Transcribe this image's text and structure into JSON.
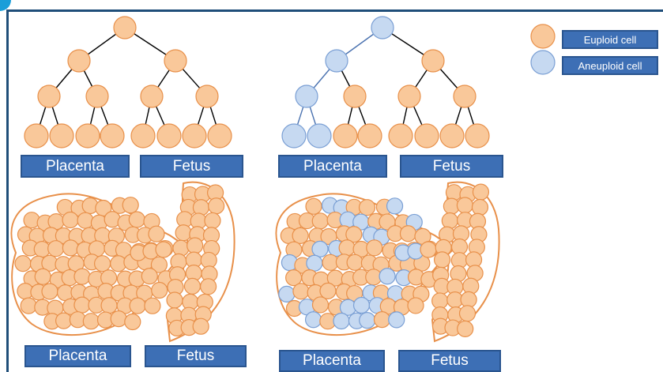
{
  "colors": {
    "euploid_fill": "#f9c89a",
    "euploid_stroke": "#e8904a",
    "aneuploid_fill": "#c6d9f1",
    "aneuploid_stroke": "#7a9fd4",
    "label_bg": "#3d6fb5",
    "line_black": "#000000",
    "line_blue": "#4a72b0",
    "outline_orange": "#e8904a",
    "frame": "#1f4e79",
    "corner_accent": "#1a9ed9"
  },
  "legend": {
    "euploid_label": "Euploid cell",
    "aneuploid_label": "Aneuploid cell"
  },
  "trees": {
    "left": {
      "placenta_label": "Placenta",
      "fetus_label": "Fetus",
      "aneuploid_leaves": 0
    },
    "right": {
      "placenta_label": "Placenta",
      "fetus_label": "Fetus",
      "aneuploid_leaves": 2
    }
  },
  "masses": {
    "left": {
      "placenta_label": "Placenta",
      "fetus_label": "Fetus",
      "mosaic": false
    },
    "right": {
      "placenta_label": "Placenta",
      "fetus_label": "Fetus",
      "mosaic": true
    }
  }
}
